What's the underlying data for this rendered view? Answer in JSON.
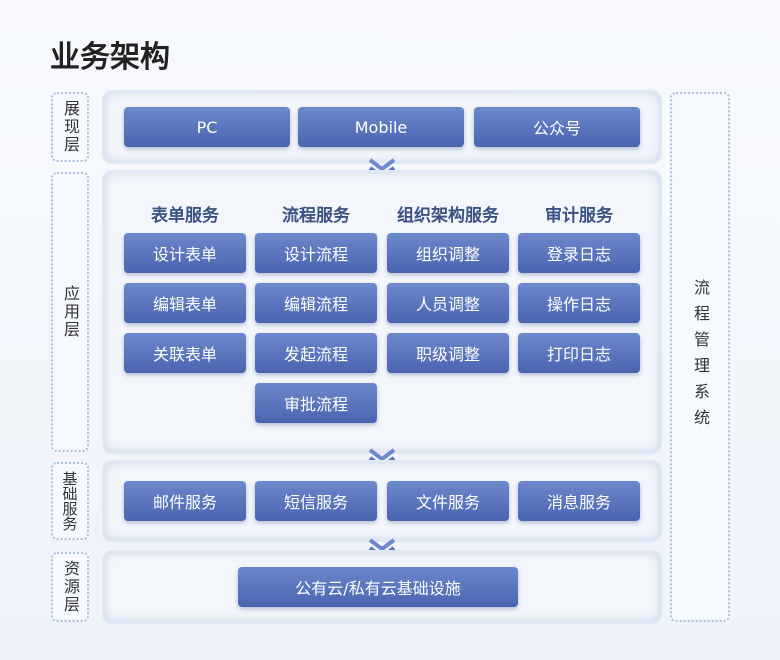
{
  "title": "业务架构",
  "side_labels": {
    "presentation": "展现层",
    "application": "应用层",
    "foundation": "基础服务",
    "resource": "资源层",
    "right": "流程管理系统"
  },
  "presentation": [
    "PC",
    "Mobile",
    "公众号"
  ],
  "application": {
    "columns": [
      {
        "head": "表单服务",
        "items": [
          "设计表单",
          "编辑表单",
          "关联表单"
        ]
      },
      {
        "head": "流程服务",
        "items": [
          "设计流程",
          "编辑流程",
          "发起流程",
          "审批流程"
        ]
      },
      {
        "head": "组织架构服务",
        "items": [
          "组织调整",
          "人员调整",
          "职级调整"
        ]
      },
      {
        "head": "审计服务",
        "items": [
          "登录日志",
          "操作日志",
          "打印日志"
        ]
      }
    ]
  },
  "foundation": [
    "邮件服务",
    "短信服务",
    "文件服务",
    "消息服务"
  ],
  "resource": "公有云/私有云基础设施",
  "colors": {
    "button_top": "#6d88cc",
    "button_bottom": "#4a64b0",
    "column_heading": "#3b5283",
    "border": "#a9c0dd"
  }
}
